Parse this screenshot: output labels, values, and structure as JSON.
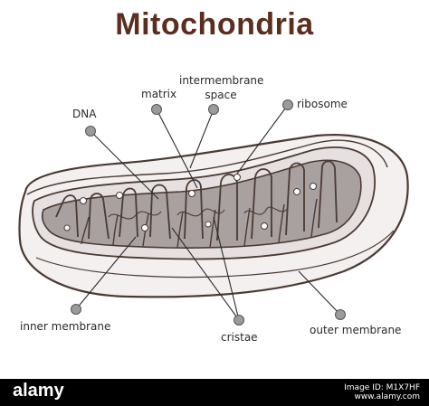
{
  "title": "Mitochondria",
  "labels": {
    "dna": "DNA",
    "matrix": "matrix",
    "intermembrane_line1": "intermembrane",
    "intermembrane_line2": "space",
    "ribosome": "ribosome",
    "inner_membrane": "inner membrane",
    "cristae": "cristae",
    "outer_membrane": "outer membrane"
  },
  "colors": {
    "outline": "#4a3a34",
    "interior": "#a8a1a0",
    "intermembrane": "#e6e1e0",
    "title": "#5a2f1f",
    "marker": "#9b9b9b"
  },
  "footer": {
    "logo": "alamy",
    "image_id_line1": "Image ID: M1X7HF",
    "image_id_line2": "www.alamy.com"
  }
}
